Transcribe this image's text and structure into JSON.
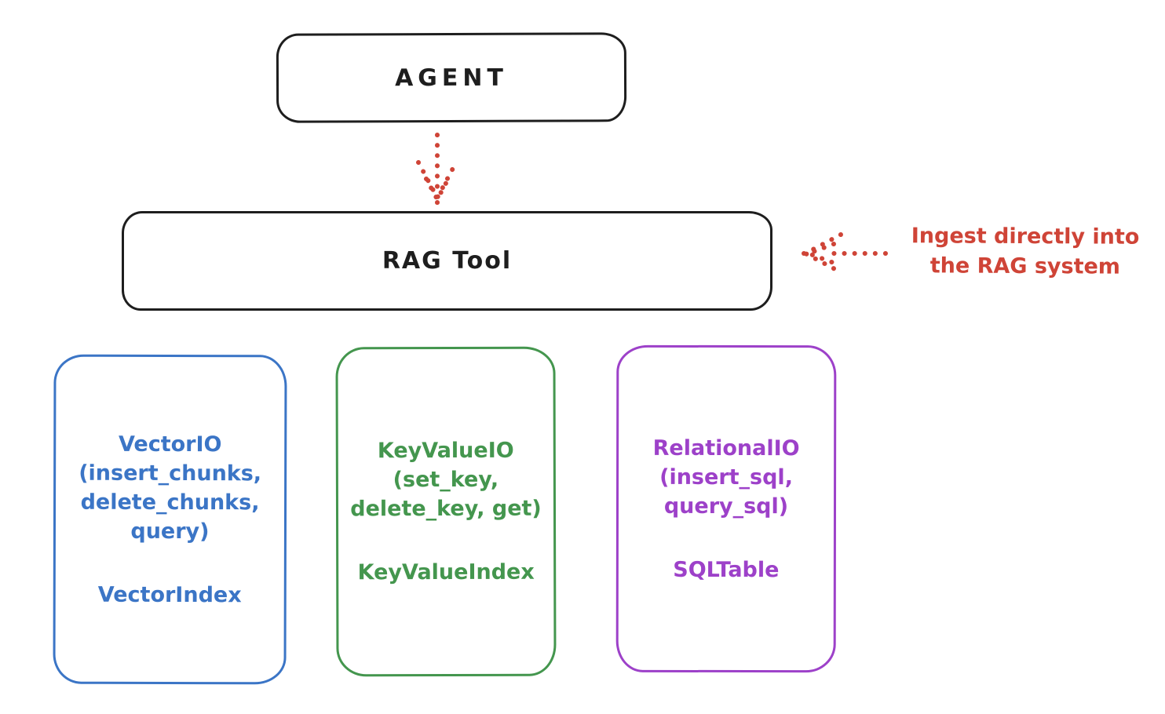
{
  "agent": {
    "label": "AGENT"
  },
  "rag_tool": {
    "label": "RAG Tool"
  },
  "annotation": {
    "line1": "Ingest directly into",
    "line2": "the RAG system"
  },
  "backends": [
    {
      "name": "VectorIO",
      "lines": [
        "VectorIO",
        "(insert_chunks,",
        "delete_chunks,",
        "query)"
      ],
      "index_class": "VectorIndex",
      "color": "#3b75c6"
    },
    {
      "name": "KeyValueIO",
      "lines": [
        "KeyValueIO",
        "(set_key,",
        "delete_key, get)"
      ],
      "index_class": "KeyValueIndex",
      "color": "#44964e"
    },
    {
      "name": "RelationalIO",
      "lines": [
        "RelationalIO",
        "(insert_sql,",
        "query_sql)"
      ],
      "index_class": "SQLTable",
      "color": "#9d41c9"
    }
  ],
  "colors": {
    "outline": "#1e1e1e",
    "arrow_annotation_red": "#cf4437",
    "background": "#ffffff"
  }
}
